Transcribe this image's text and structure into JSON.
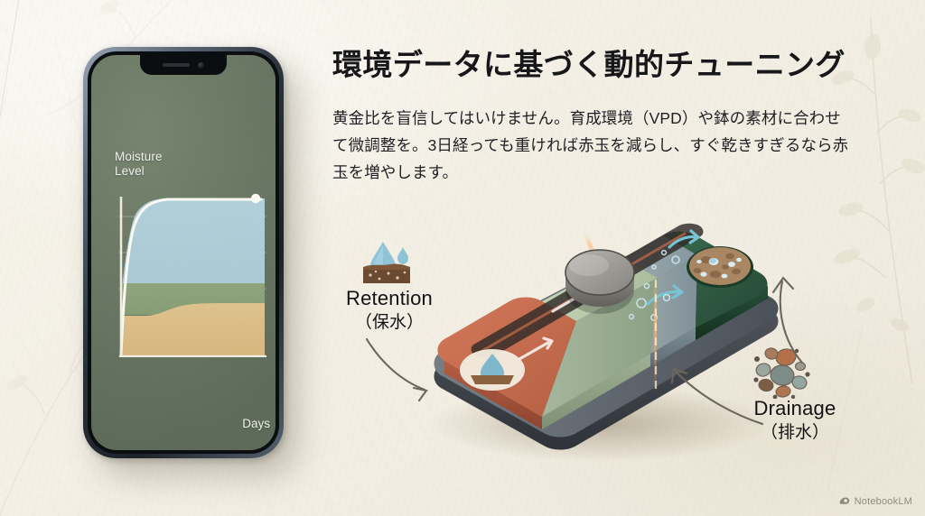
{
  "slide": {
    "title": "環境データに基づく動的チューニング",
    "body": "黄金比を盲信してはいけません。育成環境（VPD）や鉢の素材に合わせて微調整を。3日経っても重ければ赤玉を減らし、すぐ乾きすぎるなら赤玉を増やします。",
    "background_color": "#f3efe4",
    "text_color": "#17171a"
  },
  "phone": {
    "device_name": "smartphone-mockup",
    "screen_background": "#6c7a66",
    "notch": {
      "speaker": "earpiece-speaker",
      "camera": "front-camera"
    }
  },
  "chart_data": {
    "type": "area",
    "title": "",
    "ylabel": "Moisture\nLevel",
    "ylabel_line1": "Moisture",
    "ylabel_line2": "Level",
    "xlabel": "Days",
    "axis_color": "#f2efe4",
    "grid": true,
    "gridlines": [
      0.28,
      0.52,
      0.76
    ],
    "xlim": [
      0,
      10
    ],
    "ylim": [
      0,
      100
    ],
    "x": [
      0,
      0.4,
      0.8,
      1.2,
      1.6,
      2.0,
      2.6,
      3.4,
      4.5,
      6.0,
      7.5,
      9.0,
      10.0
    ],
    "series": [
      {
        "name": "Drainage (sand layer)",
        "color": "#dcbe86",
        "values": [
          0,
          26,
          30,
          31,
          31,
          31,
          31,
          33,
          36,
          37,
          37,
          37,
          37
        ]
      },
      {
        "name": "Retention (soil layer)",
        "color": "#8a9f78",
        "values": [
          0,
          52,
          57,
          58,
          58,
          58,
          58,
          58,
          58,
          58,
          58,
          58,
          58
        ]
      },
      {
        "name": "Moisture level (total)",
        "color": "#a8cbd6",
        "values": [
          0,
          62,
          83,
          90,
          92,
          93,
          93,
          93,
          93,
          93,
          93,
          93,
          93
        ]
      }
    ],
    "curve": {
      "name": "moisture-curve",
      "color": "#ffffff",
      "endpoint_marker": true,
      "endpoint_value": 93
    },
    "legend_position": "none"
  },
  "diagram": {
    "device_name": "retention-drainage-slider",
    "knob_label": "slider-knob",
    "left_end_color": "#c4684a",
    "right_end_color": "#2c4a37",
    "track_colors": [
      "#b9c9ab",
      "#96aa8c",
      "#8e9c9b",
      "#3d6b50"
    ],
    "labels": [
      {
        "id": "retention",
        "en": "Retention",
        "jp": "（保水）",
        "icon": "soil-water-drop-icon"
      },
      {
        "id": "drainage",
        "en": "Drainage",
        "jp": "（排水）",
        "icon": "pebbles-granules-icon"
      }
    ],
    "end_icons": {
      "left": "water-drop-soil-icon",
      "right": "granule-pellets-icon"
    }
  },
  "watermark": {
    "label": "NotebookLM",
    "icon": "notebooklm-icon"
  }
}
